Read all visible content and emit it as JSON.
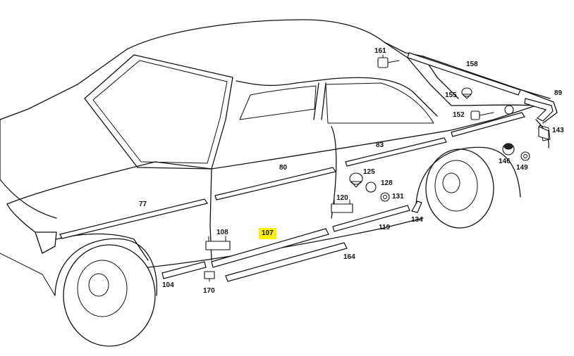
{
  "diagram": {
    "highlight_color": "#fff200",
    "callouts": [
      {
        "id": "p161",
        "text": "161"
      },
      {
        "id": "p158",
        "text": "158"
      },
      {
        "id": "p89",
        "text": "89"
      },
      {
        "id": "p155",
        "text": "155"
      },
      {
        "id": "p152",
        "text": "152"
      },
      {
        "id": "p143",
        "text": "143"
      },
      {
        "id": "p83",
        "text": "83"
      },
      {
        "id": "p146",
        "text": "146"
      },
      {
        "id": "p149",
        "text": "149"
      },
      {
        "id": "p80",
        "text": "80"
      },
      {
        "id": "p125",
        "text": "125"
      },
      {
        "id": "p128",
        "text": "128"
      },
      {
        "id": "p77",
        "text": "77"
      },
      {
        "id": "p120",
        "text": "120"
      },
      {
        "id": "p131",
        "text": "131"
      },
      {
        "id": "p134",
        "text": "134"
      },
      {
        "id": "p119",
        "text": "119"
      },
      {
        "id": "p108",
        "text": "108"
      },
      {
        "id": "p107",
        "text": "107",
        "highlighted": true
      },
      {
        "id": "p164",
        "text": "164"
      },
      {
        "id": "p104",
        "text": "104"
      },
      {
        "id": "p170",
        "text": "170"
      }
    ]
  }
}
